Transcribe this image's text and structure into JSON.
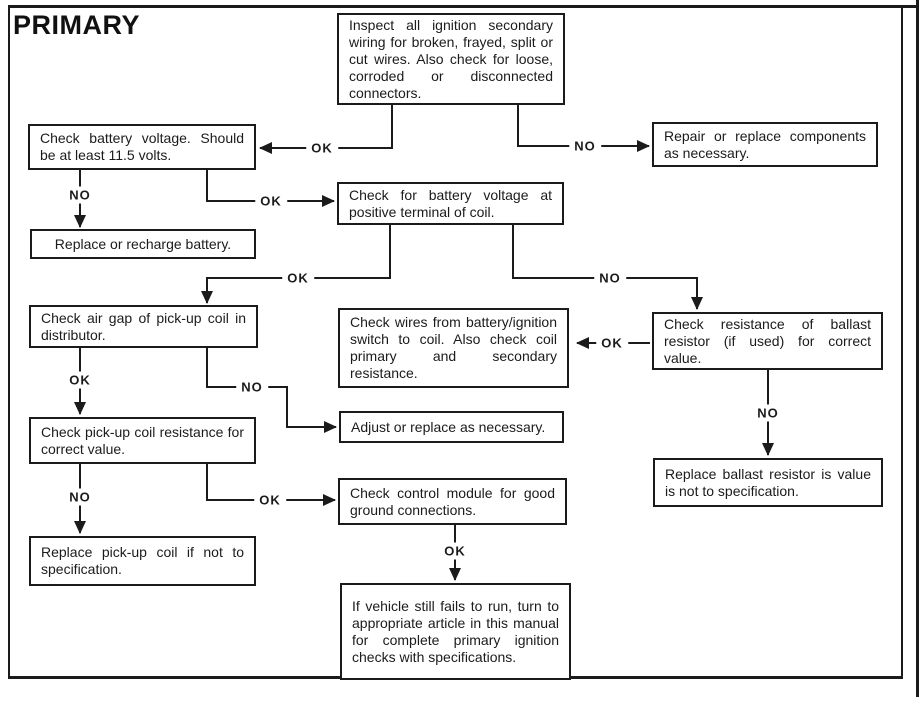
{
  "title": "PRIMARY",
  "colors": {
    "ink": "#1b1b1b",
    "paper": "#ffffff"
  },
  "nodes": {
    "inspect": "Inspect all ignition secondary wiring for broken, frayed, split or cut wires. Also check for loose, corroded or disconnected connectors.",
    "battery": "Check battery voltage. Should be at least 11.5 volts.",
    "repair": "Repair or replace components as necessary.",
    "coil_voltage": "Check for battery voltage at positive terminal of coil.",
    "recharge": "Replace or recharge battery.",
    "air_gap": "Check air gap of pick-up coil in distributor.",
    "check_wires": "Check wires from battery/ignition switch to coil. Also check coil primary and secondary resistance.",
    "ballast": "Check resistance of ballast resistor (if used) for correct value.",
    "adjust": "Adjust or replace as necessary.",
    "pickup_resistance": "Check pick-up coil resistance for correct value.",
    "replace_ballast": "Replace ballast resistor is value is not to specification.",
    "control_module": "Check control module for good ground connections.",
    "replace_pickup": "Replace pick-up coil if not to specification.",
    "final": "If vehicle still fails to run, turn to appropriate article in this manual for complete primary ignition checks with specifications."
  },
  "edge_labels": {
    "inspect_ok": "OK",
    "inspect_no": "NO",
    "battery_no": "NO",
    "battery_ok": "OK",
    "coilvolt_ok": "OK",
    "coilvolt_no": "NO",
    "airgap_ok": "OK",
    "airgap_no": "NO",
    "ballast_ok": "OK",
    "ballast_no": "NO",
    "pickup_no": "NO",
    "pickup_ok": "OK",
    "control_ok": "OK"
  }
}
